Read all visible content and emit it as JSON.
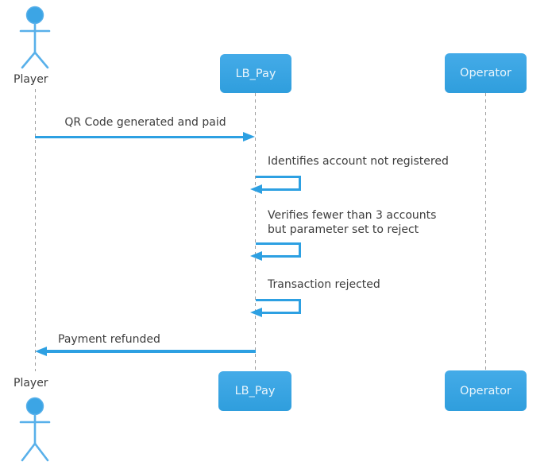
{
  "diagram": {
    "type": "sequence",
    "participants": [
      {
        "id": "player",
        "label": "Player",
        "kind": "actor"
      },
      {
        "id": "lb_pay",
        "label": "LB_Pay",
        "kind": "participant"
      },
      {
        "id": "operator",
        "label": "Operator",
        "kind": "participant"
      }
    ],
    "messages": [
      {
        "from": "player",
        "to": "lb_pay",
        "kind": "message",
        "label": "QR Code generated and paid"
      },
      {
        "from": "lb_pay",
        "to": "lb_pay",
        "kind": "self-message",
        "label": "Identifies account not registered"
      },
      {
        "from": "lb_pay",
        "to": "lb_pay",
        "kind": "self-message",
        "label": "Verifies fewer than 3 accounts\nbut parameter set to reject"
      },
      {
        "from": "lb_pay",
        "to": "lb_pay",
        "kind": "self-message",
        "label": "Transaction rejected"
      },
      {
        "from": "lb_pay",
        "to": "player",
        "kind": "message",
        "label": "Payment refunded"
      }
    ],
    "colors": {
      "participant_fill_top": "#44abe8",
      "participant_fill_bottom": "#2f9edd",
      "participant_text": "#e9f5fc",
      "arrow": "#2da0e2",
      "actor_stroke": "#58b0ea",
      "actor_head_fill": "#3ca5e5",
      "lifeline": "#9f9f9f",
      "text": "#3d3d3d",
      "background": "#ffffff"
    }
  }
}
